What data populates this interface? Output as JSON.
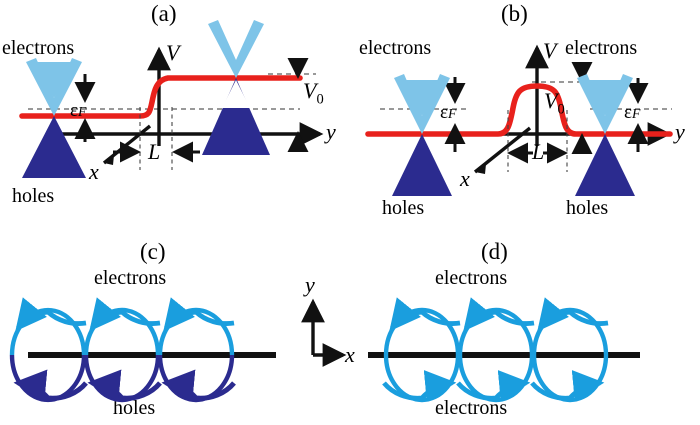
{
  "figure": {
    "title": "Graphene n-p-n and n-n-n junction band diagrams and snake-state orbits",
    "colors": {
      "red_potential": "#e8211c",
      "cone_upper_fill": "#7ec4e8",
      "cone_lower_fill": "#2b2b8f",
      "cone_outline": "#7ec4e8",
      "electron_arc": "#1a9ede",
      "hole_arc": "#2b2b8f",
      "axis_black": "#111111",
      "dashed_gray": "#333333"
    }
  },
  "panels": {
    "a": {
      "tag": "(a)",
      "labels": {
        "electrons_left": "electrons",
        "holes_left": "holes",
        "v_axis": "V",
        "y_axis": "y",
        "x_axis": "x",
        "fermi": "ε",
        "fermi_sub": "F",
        "barrier_height": "V",
        "barrier_height_sub": "0",
        "length": "L"
      }
    },
    "b": {
      "tag": "(b)",
      "labels": {
        "electrons_left": "electrons",
        "electrons_right": "electrons",
        "holes_left": "holes",
        "holes_right": "holes",
        "v_axis": "V",
        "y_axis": "y",
        "x_axis": "x",
        "fermi_left": "ε",
        "fermi_left_sub": "F",
        "fermi_right": "ε",
        "fermi_right_sub": "F",
        "barrier_height": "V",
        "barrier_height_sub": "0",
        "length": "L"
      }
    },
    "c": {
      "tag": "(c)",
      "labels": {
        "top": "electrons",
        "bottom": "holes",
        "y_axis": "y",
        "x_axis": "x"
      },
      "orbits": {
        "count": 3,
        "upper_color": "electron_arc",
        "lower_color": "hole_arc",
        "upper_arrow_direction": "left",
        "lower_arrow_direction": "left"
      }
    },
    "d": {
      "tag": "(d)",
      "labels": {
        "top": "electrons",
        "bottom": "electrons"
      },
      "orbits": {
        "count": 3,
        "upper_color": "electron_arc",
        "lower_color": "electron_arc",
        "upper_arrow_direction": "left",
        "lower_arrow_direction": "right"
      }
    }
  }
}
